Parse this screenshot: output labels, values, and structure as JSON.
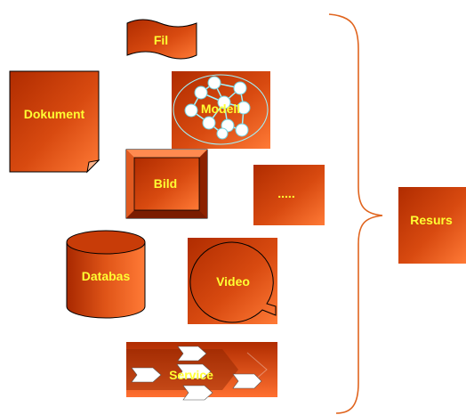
{
  "nodes": {
    "fil": "Fil",
    "modell": "Modell",
    "dokument": "Dokument",
    "bild": "Bild",
    "more": ".....",
    "databas": "Databas",
    "video": "Video",
    "service": "Service",
    "resurs": "Resurs"
  },
  "colors": {
    "fill_dark": "#b83000",
    "fill_light": "#ff6a2a",
    "label": "#ffff33",
    "brace": "#e0641e",
    "network": "#9ff5ff"
  }
}
